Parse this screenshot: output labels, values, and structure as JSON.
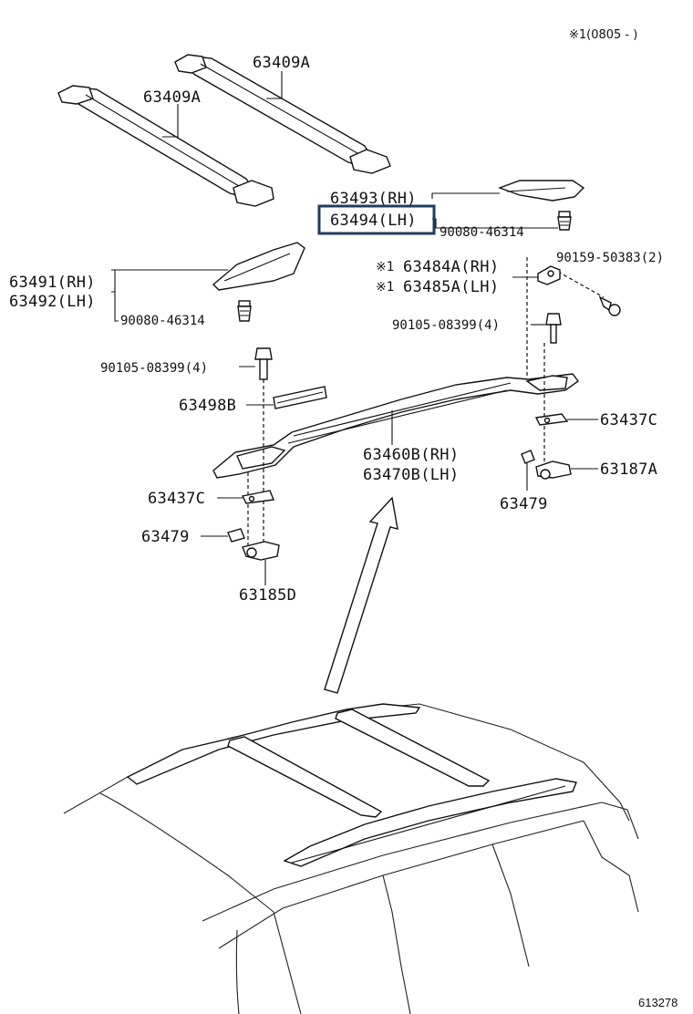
{
  "header": {
    "note": "※1(0805 -      )"
  },
  "footer": {
    "diagram_code": "613278"
  },
  "colors": {
    "line": "#111111",
    "highlight_box": "#1f3d5c",
    "background": "#ffffff"
  },
  "callouts": {
    "crossbar_a": "63409A",
    "crossbar_b": "63409A",
    "cover_rh_front": "63493(RH)",
    "cover_lh_front": "63494(LH)",
    "screw_front": "90080-46314",
    "cover_rh_rear": "63491(RH)",
    "cover_lh_rear": "63492(LH)",
    "screw_rear": "90080-46314",
    "screw_side": "90159-50383(2)",
    "bracket_rh_mark": "※1",
    "bracket_rh": "63484A(RH)",
    "bracket_lh_mark": "※1",
    "bracket_lh": "63485A(LH)",
    "bolt_right": "90105-08399(4)",
    "bolt_left": "90105-08399(4)",
    "spacer": "63498B",
    "rail_rh": "63460B(RH)",
    "rail_lh": "63470B(LH)",
    "gasket_right": "63437C",
    "gasket_left": "63437C",
    "nut_right": "63187A",
    "clip_right": "63479",
    "clip_left": "63479",
    "nut_left": "63185D"
  }
}
